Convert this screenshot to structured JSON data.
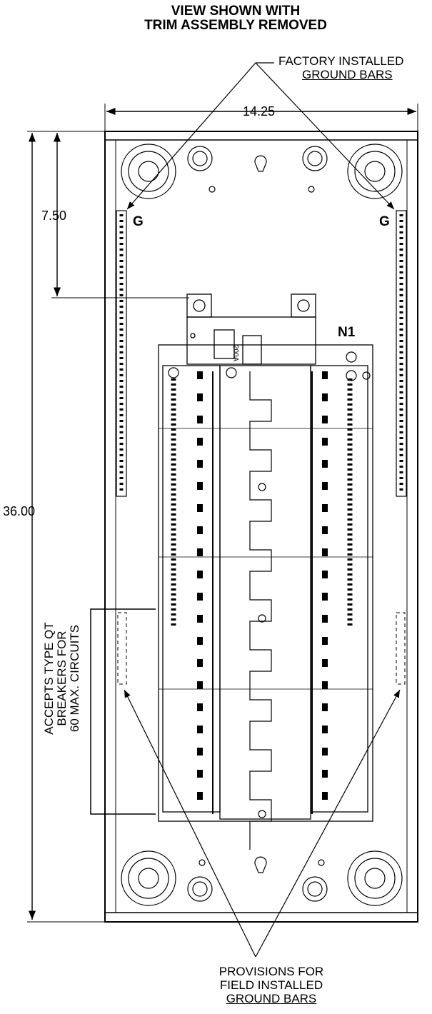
{
  "title": {
    "line1": "VIEW SHOWN WITH",
    "line2": "TRIM ASSEMBLY REMOVED"
  },
  "callouts": {
    "factory_line1": "FACTORY INSTALLED",
    "factory_line2": "GROUND BARS",
    "provisions_line1": "PROVISIONS FOR",
    "provisions_line2": "FIELD INSTALLED",
    "provisions_line3": "GROUND BARS",
    "accepts_line1": "ACCEPTS TYPE QT",
    "accepts_line2": "BREAKERS FOR",
    "accepts_line3": "60 MAX. CIRCUITS"
  },
  "dimensions": {
    "width": "14.25",
    "height": "36.00",
    "main_offset": "7.50"
  },
  "labels": {
    "ground_left": "G",
    "ground_right": "G",
    "neutral": "N1",
    "breaker_rating": "200A"
  },
  "colors": {
    "line": "#000000",
    "background": "#ffffff"
  }
}
